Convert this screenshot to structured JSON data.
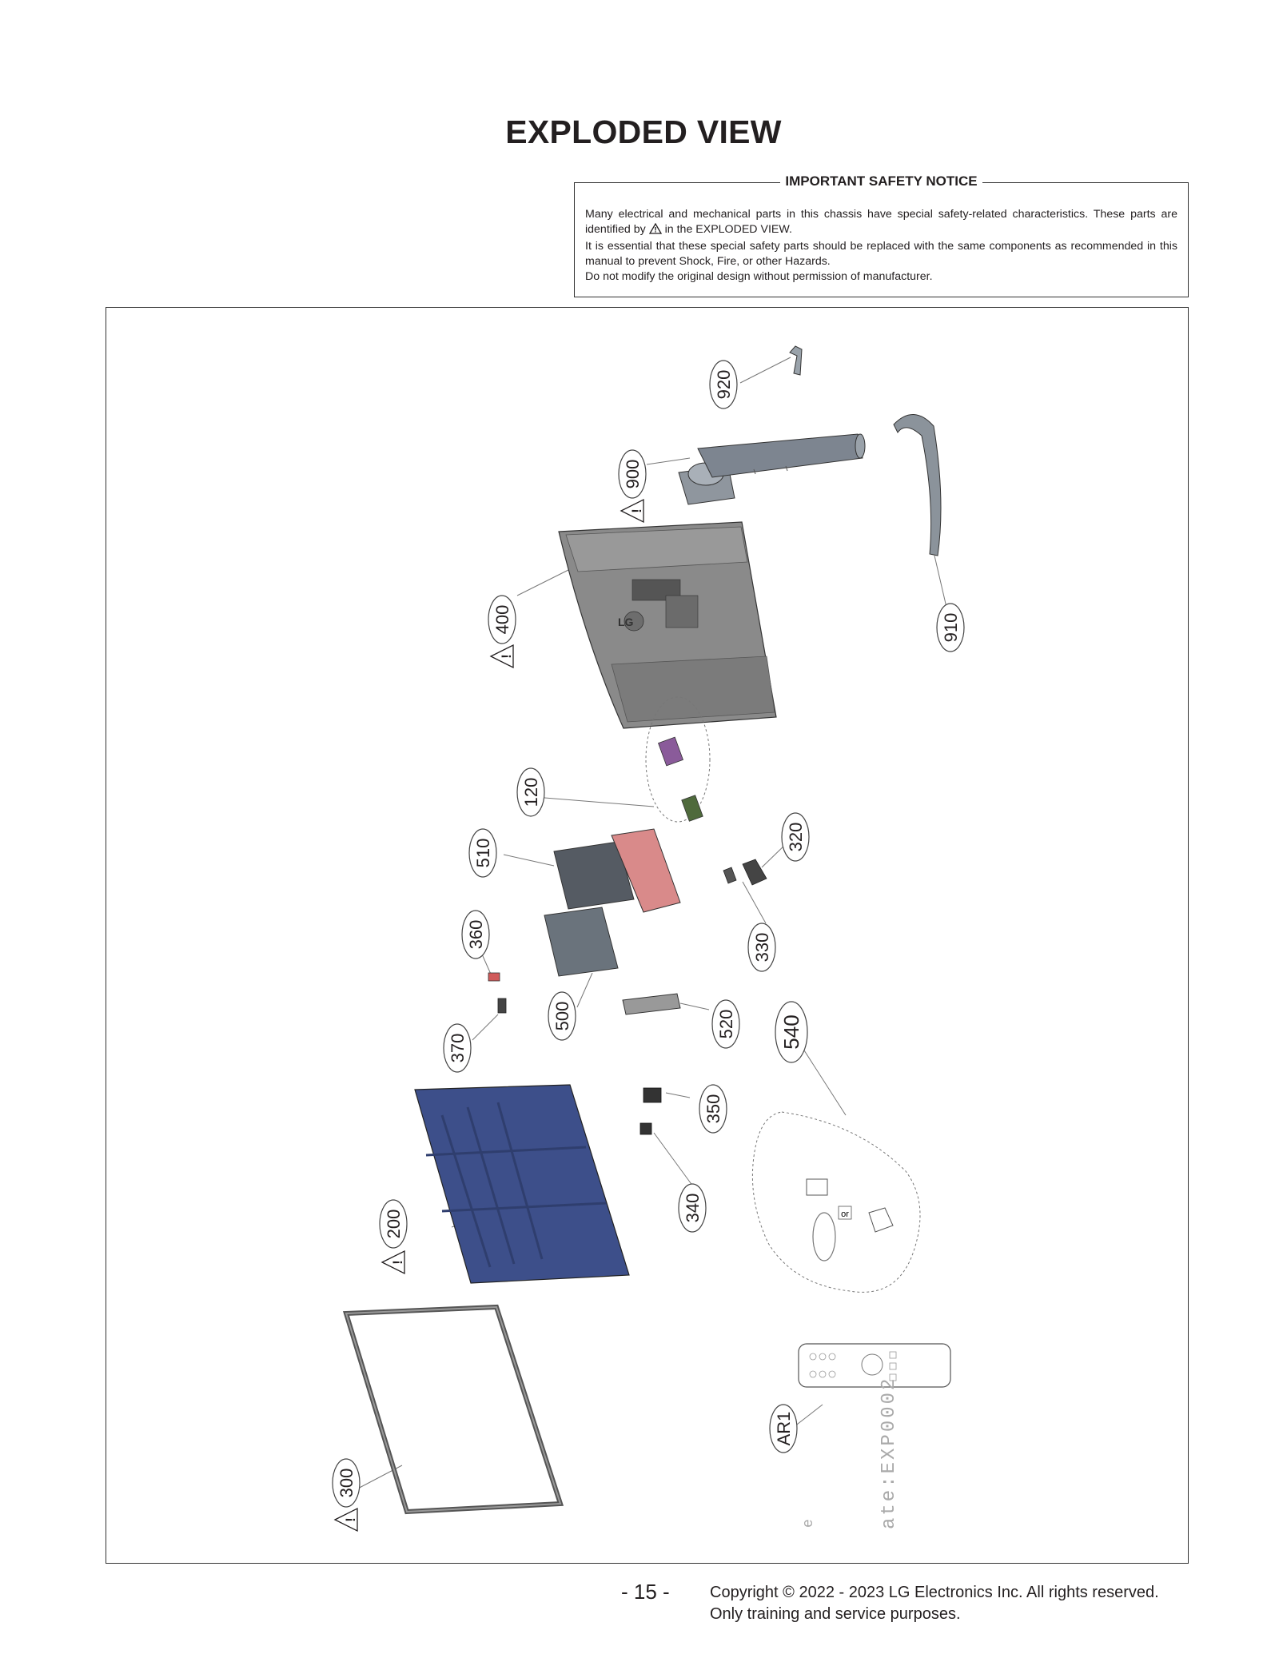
{
  "page": {
    "title": "EXPLODED VIEW",
    "page_number": "- 15 -"
  },
  "notice": {
    "heading": "IMPORTANT SAFETY NOTICE",
    "line1": "Many electrical and mechanical parts in this chassis have special safety-related characteristics. These parts are identified by",
    "line1_tail": "in the EXPLODED VIEW.",
    "line2": "It is essential that these special safety parts should be replaced with the same components as recommended in this manual to prevent Shock, Fire, or other Hazards.",
    "line3": "Do not modify the original design without permission of manufacturer."
  },
  "diagram": {
    "parts": {
      "p920": "920",
      "p900": "900",
      "p910": "910",
      "p400": "400",
      "p120": "120",
      "p510": "510",
      "p320": "320",
      "p360": "360",
      "p330": "330",
      "p500": "500",
      "p370": "370",
      "p520": "520",
      "p540": "540",
      "p350": "350",
      "p200": "200",
      "p340": "340",
      "pAR1": "AR1",
      "p300": "300"
    },
    "adapter_or": "or",
    "watermark": "ate:EXP0002",
    "watermark_prefix": "e"
  },
  "footer": {
    "copyright_line1": "Copyright © 2022 - 2023 LG Electronics Inc. All rights reserved.",
    "copyright_line2": "Only training and service purposes."
  },
  "colors": {
    "back_cover": "#8a8a8a",
    "panel_blue": "#3d4f8a",
    "board_pink": "#d98a8a",
    "stand_gray": "#7d8590"
  }
}
